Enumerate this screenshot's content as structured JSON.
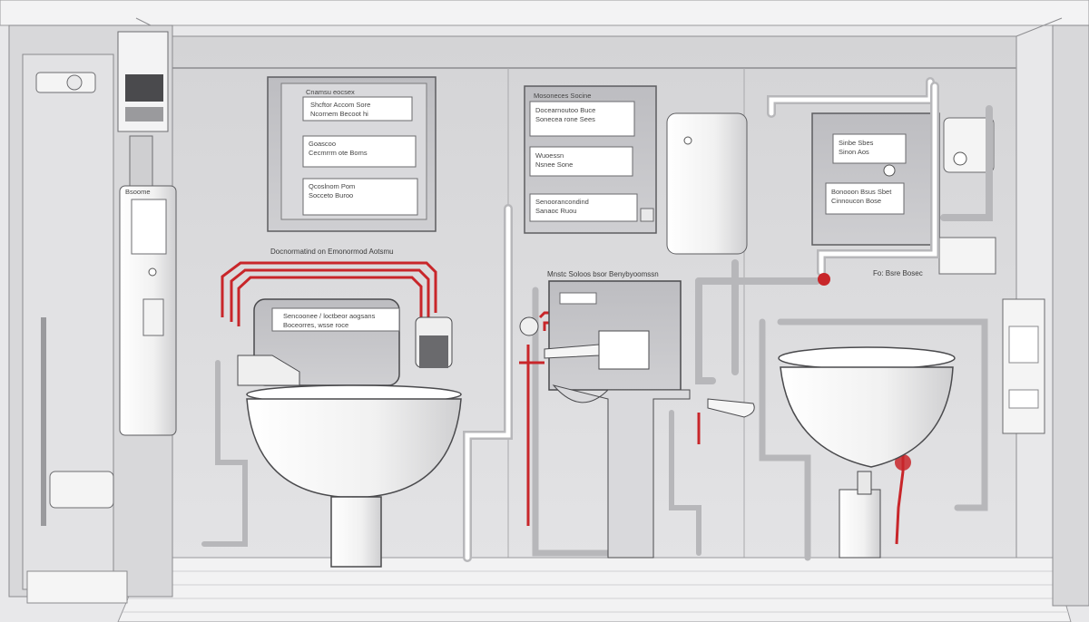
{
  "colors": {
    "background": "#e6e6e8",
    "wall": "#dcdcde",
    "panel": "#c9c9cc",
    "fixture": "#f6f6f6",
    "outline": "#4a4a4a",
    "accent_red": "#c8262a",
    "floor": "#efefef"
  },
  "icons": [
    "water-heater-icon",
    "toilet-icon",
    "sink-icon",
    "thermostat-icon",
    "valve-icon",
    "pump-icon"
  ],
  "header_text": "Docnormatind on Emonormod Aotsmu",
  "left_board": {
    "heading": "Cnamsu eocsex",
    "cards": [
      {
        "title": "Shcftor Accom Sore",
        "line2": "Ncornem Becoot hi"
      },
      {
        "title": "Goascoo",
        "line2": "Cecmrrm ote Boms"
      },
      {
        "title": "Qcoslnom Pom",
        "line2": "Socceto Buroo"
      }
    ]
  },
  "middle_board": {
    "heading": "Mosoneces Socine",
    "cards": [
      {
        "title": "Docearnoutoo Buce",
        "line2": "Sonecea rone Sees"
      },
      {
        "title": "Wuoessn",
        "line2": "Nsnee Sone"
      },
      {
        "title": "Senoorancondind",
        "line2": "Sanaoc Ruou"
      }
    ]
  },
  "right_board": {
    "cards": [
      {
        "title": "Sinbe Sbes",
        "line2": "Sinon Aos"
      },
      {
        "title": "Bonooon Bsus Sbet",
        "line2": "Cinnoucon Bose"
      }
    ]
  },
  "toilet_tag": {
    "title": "Sencoonee / loctbeor aogsans",
    "line2": "Boceorres, wsse roce"
  },
  "mid_caption": "Mnstc Soloos bsor Benybyoomssn",
  "right_caption": "Fo: Bsre Bosec",
  "tank_label": "Bsoome"
}
